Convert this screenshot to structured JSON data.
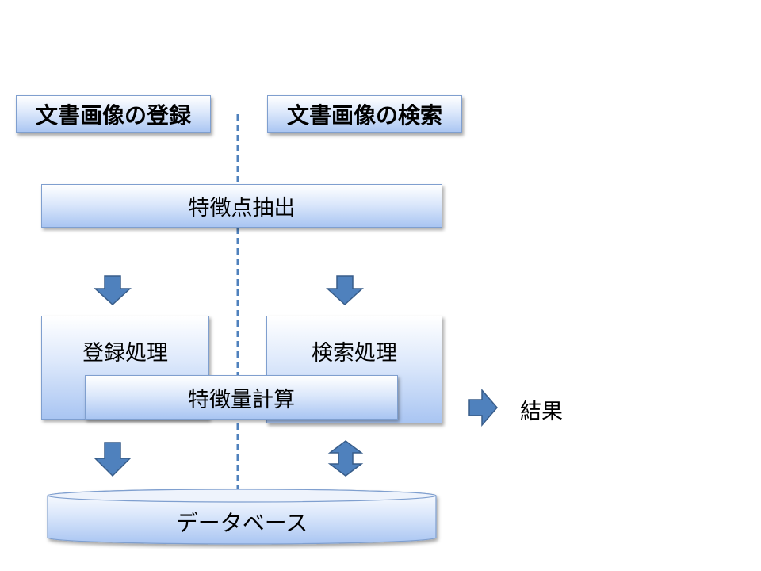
{
  "headers": {
    "register": "文書画像の登録",
    "search": "文書画像の検索"
  },
  "steps": {
    "feature_point_extraction": "特徴点抽出",
    "register_process": "登録処理",
    "search_process": "検索処理",
    "feature_calc": "特徴量計算"
  },
  "result": "結果",
  "database": "データベース",
  "colors": {
    "arrow_fill": "#4f81bd",
    "arrow_stroke": "#385d8a",
    "divider": "#4f81bd",
    "box_border": "#7f9fcf"
  }
}
